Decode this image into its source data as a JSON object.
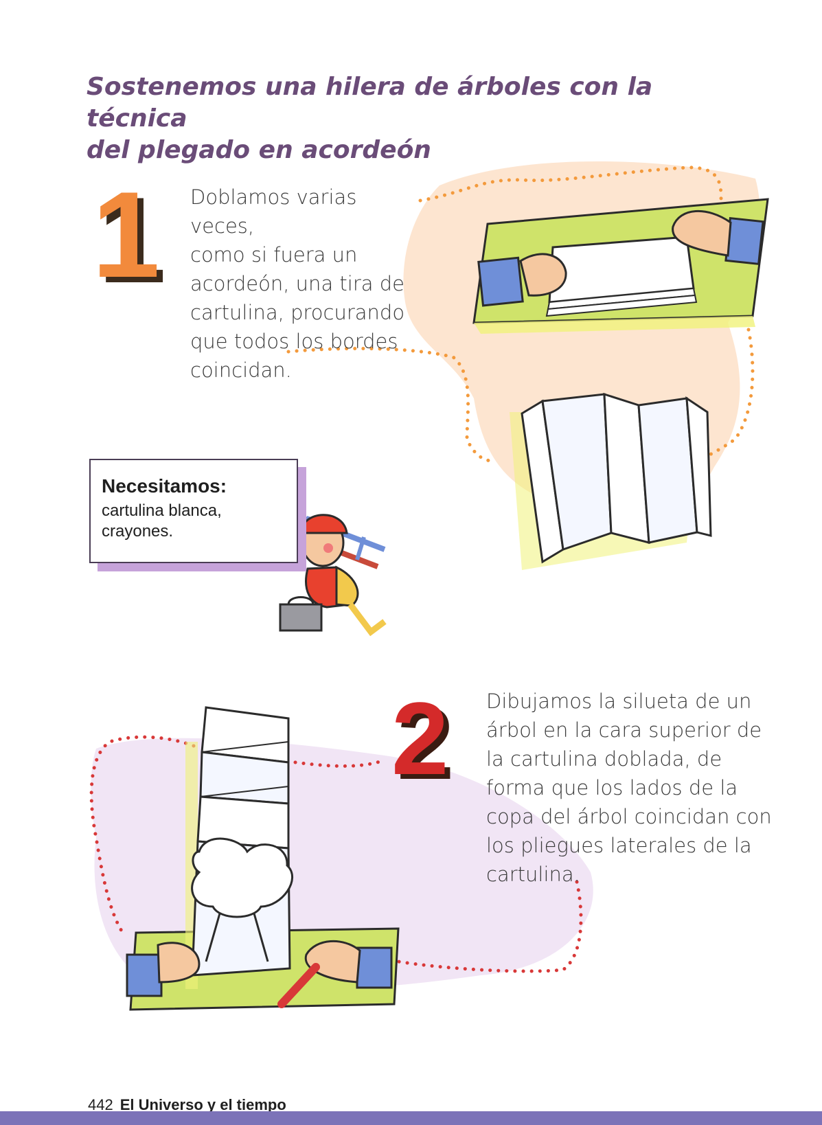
{
  "title": {
    "line1": "Sostenemos una hilera de árboles con la técnica",
    "line2": "del plegado en acordeón"
  },
  "step1": {
    "number": "1",
    "lines": [
      "Doblamos varias veces,",
      "como si fuera un",
      "acordeón, una tira de",
      "cartulina, procurando",
      "que todos los bordes",
      "coincidan."
    ]
  },
  "step2": {
    "number": "2",
    "lines": [
      "Dibujamos la silueta de un",
      "árbol en la cara superior de",
      "la cartulina doblada, de",
      "forma que los lados de la",
      "copa del árbol coincidan con",
      "los pliegues laterales de la",
      "cartulina."
    ]
  },
  "materials": {
    "heading": "Necesitamos:",
    "items": [
      "cartulina blanca,",
      "crayones."
    ]
  },
  "footer": {
    "page_number": "442",
    "chapter": "El Universo y el tiempo"
  },
  "colors": {
    "title": "#6a4c78",
    "step1_number": "#f28a3c",
    "step2_number": "#d42a2a",
    "dots_orange": "#f39a3c",
    "dots_red": "#d83838",
    "footer_bar": "#7c73b8"
  },
  "illustrations": [
    "hands-folding-paper",
    "accordion-folded-strip",
    "elf-character-with-ladder-and-toolbox",
    "hands-drawing-tree-silhouette"
  ]
}
